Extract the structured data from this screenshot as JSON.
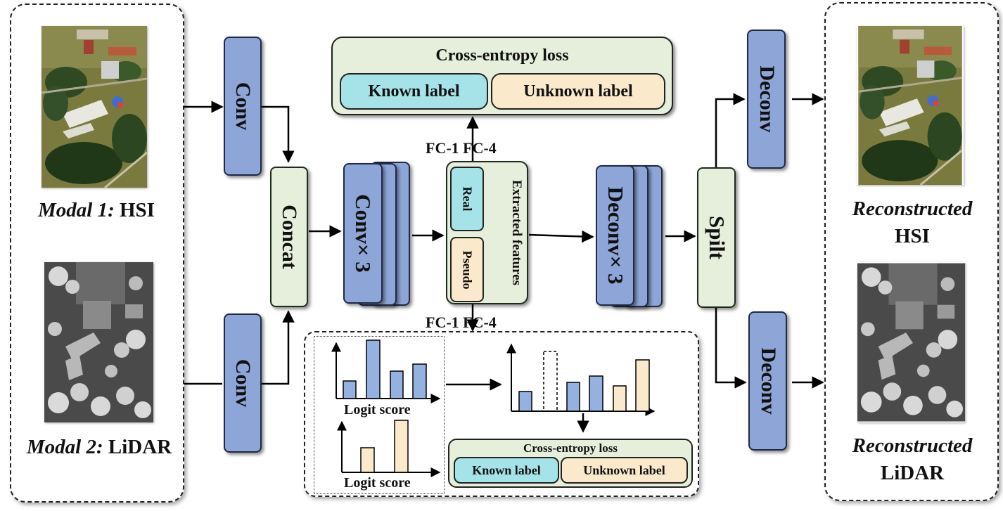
{
  "modal1_label_prefix": "Modal 1:",
  "modal1_label_name": "HSI",
  "modal2_label_prefix": "Modal 2:",
  "modal2_label_name": "LiDAR",
  "conv_label": "Conv",
  "concat_label": "Concat",
  "convx3_label": "Conv× 3",
  "extracted_label": "Extracted features",
  "real_label": "Real",
  "pseudo_label": "Pseudo",
  "fc_top_label": "FC-1 FC-4",
  "fc_bottom_label": "FC-1 FC-4",
  "deconvx3_label": "Deconv× 3",
  "split_label": "Spilt",
  "deconv_label": "Deconv",
  "top_loss": {
    "title": "Cross-entropy  loss",
    "known": "Known label",
    "unknown": "Unknown  label"
  },
  "bottom_loss": {
    "title": "Cross-entropy loss",
    "known": "Known label",
    "unknown": "Unknown label"
  },
  "logit_score_label": "Logit score",
  "recon_hsi_title": "Reconstructed",
  "recon_hsi_name": "HSI",
  "recon_lidar_title": "Reconstructed",
  "recon_lidar_name": "LiDAR",
  "colors": {
    "blue_block": "#8ea5d8",
    "green_block": "#e6efdc",
    "known_fill": "#a6e3e9",
    "unknown_fill": "#fbe9cb"
  },
  "icons": [
    "hsi-image",
    "lidar-image",
    "bar-chart-icon"
  ]
}
